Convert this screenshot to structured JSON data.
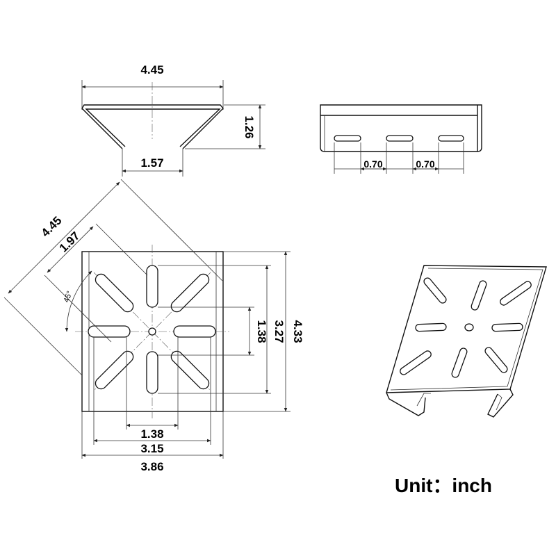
{
  "top_view": {
    "width_label": "4.45",
    "height_label": "1.26",
    "opening_label": "1.57"
  },
  "side_view": {
    "spacing_left_label": "0.70",
    "spacing_right_label": "0.70"
  },
  "plan_view": {
    "diag_length_label": "4.45",
    "diag_slot_label": "1.97",
    "angle_label": "45°",
    "inner_slot_label": "1.38",
    "mid_slot_label": "3.27",
    "height_label": "4.33",
    "bottom_inner_label": "1.38",
    "bottom_mid_label": "3.15",
    "bottom_outer_label": "3.86"
  },
  "unit_label": "Unit：inch",
  "colors": {
    "line": "#111111",
    "background": "#ffffff"
  }
}
